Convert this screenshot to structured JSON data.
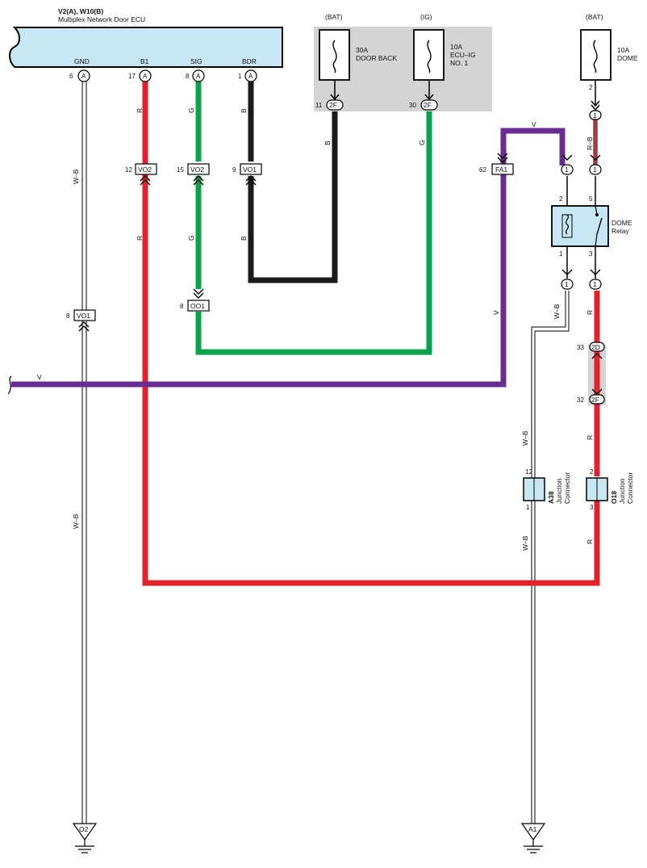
{
  "ecu": {
    "title": "V2(A), W10(B)",
    "subtitle": "Multiplex Network Door ECU",
    "terminals": [
      {
        "name": "GND",
        "pin": "6",
        "letter": "A"
      },
      {
        "name": "B1",
        "pin": "17",
        "letter": "A"
      },
      {
        "name": "SIG",
        "pin": "8",
        "letter": "A"
      },
      {
        "name": "BDR",
        "pin": "1",
        "letter": "A"
      }
    ]
  },
  "fuses": {
    "door_back": {
      "source": "(BAT)",
      "rating": "30A",
      "name": "DOOR BACK",
      "pin": "11",
      "code": "2F"
    },
    "ecu_ig": {
      "source": "(IG)",
      "rating": "10A",
      "name_line1": "ECU–IG",
      "name_line2": "NO. 1",
      "pin": "30",
      "code": "2F"
    },
    "dome": {
      "source": "(BAT)",
      "rating": "10A",
      "name": "DOME",
      "pin": "2"
    }
  },
  "relay": {
    "name": "DOME",
    "type": "Relay",
    "pins": [
      "2",
      "5",
      "1",
      "3"
    ]
  },
  "connectors": {
    "vo2_b1": {
      "pin": "12",
      "code": "VO2"
    },
    "vo2_sig": {
      "pin": "15",
      "code": "VO2"
    },
    "vo1_bdr": {
      "pin": "9",
      "code": "VO1"
    },
    "oo1": {
      "pin": "8",
      "code": "OO1"
    },
    "vo1_gnd": {
      "pin": "8",
      "code": "VO1"
    },
    "fa1": {
      "pin": "62",
      "code": "FA1"
    },
    "plug_1": "1",
    "j2d": {
      "pin": "33",
      "code": "2D"
    },
    "j2f": {
      "pin": "32",
      "code": "2F"
    }
  },
  "junctions": {
    "a38": {
      "code": "A38",
      "line1": "Junction",
      "line2": "Connector",
      "pin_top": "12",
      "pin_bottom": "1"
    },
    "o18": {
      "code": "O18",
      "line1": "Junction",
      "line2": "Connector",
      "pin_top": "2",
      "pin_bottom": "3"
    }
  },
  "grounds": {
    "o2": "O2",
    "a1": "A1"
  },
  "wire_colors": {
    "R": "R",
    "G": "G",
    "B": "B",
    "V": "V",
    "W-B": "W–B",
    "R-B": "R–B"
  },
  "colors": {
    "red": "#e3222b",
    "green": "#0aa34a",
    "black": "#1a1a1a",
    "violet": "#6b2c91",
    "ecu_fill": "#c6e7f3",
    "fuse_shade": "#d4d4d4"
  }
}
